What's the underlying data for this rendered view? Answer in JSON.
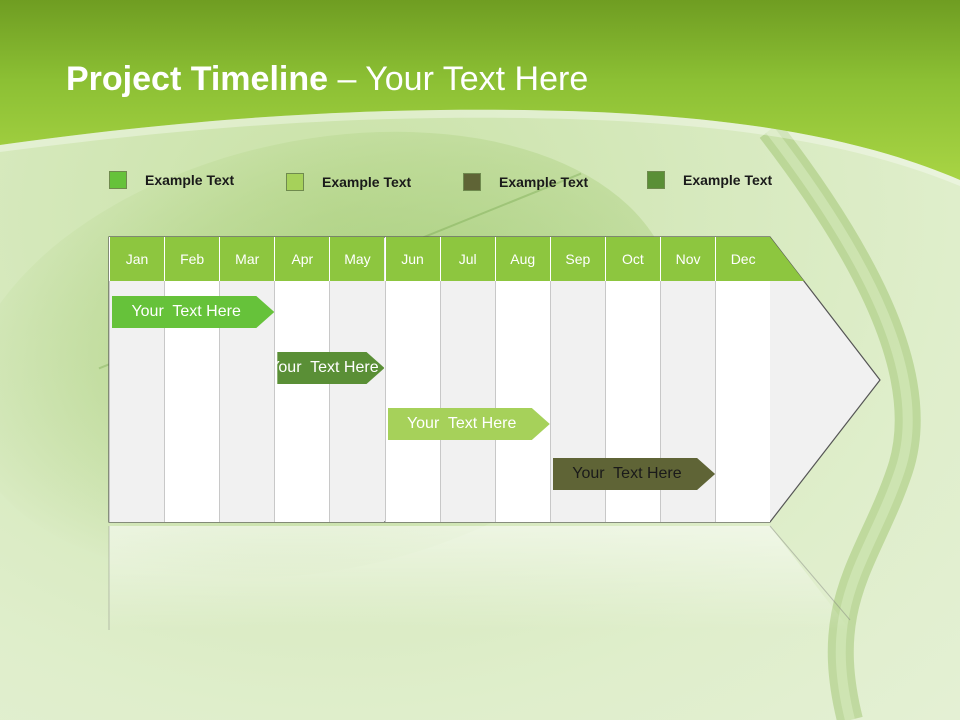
{
  "title": {
    "bold": "Project Timeline",
    "rest": " – Your Text Here"
  },
  "legend": [
    {
      "label": "Example Text",
      "color": "#66c23a"
    },
    {
      "label": "Example Text",
      "color": "#a6d15a"
    },
    {
      "label": "Example Text",
      "color": "#5f6436"
    },
    {
      "label": "Example Text",
      "color": "#5a8f36"
    }
  ],
  "months": [
    "Jan",
    "Feb",
    "Mar",
    "Apr",
    "May",
    "Jun",
    "Jul",
    "Aug",
    "Sep",
    "Oct",
    "Nov",
    "Dec"
  ],
  "tasks": [
    {
      "label": "Your  Text Here",
      "start": "Jan",
      "end": "Apr",
      "color": "#66c23a",
      "text_color": "#ffffff"
    },
    {
      "label": "Your  Text Here",
      "start": "Apr",
      "end": "Jun",
      "color": "#5a8f36",
      "text_color": "#ffffff"
    },
    {
      "label": "Your  Text Here",
      "start": "Jun",
      "end": "Sep",
      "color": "#a6d15a",
      "text_color": "#ffffff"
    },
    {
      "label": "Your  Text Here",
      "start": "Sep",
      "end": "Dec",
      "color": "#5f6436",
      "text_color": "#1a1a1a"
    }
  ],
  "colors": {
    "header_green": "#8dc63f",
    "band_dark": "#7aad2a",
    "band_light": "#a4d03f"
  }
}
